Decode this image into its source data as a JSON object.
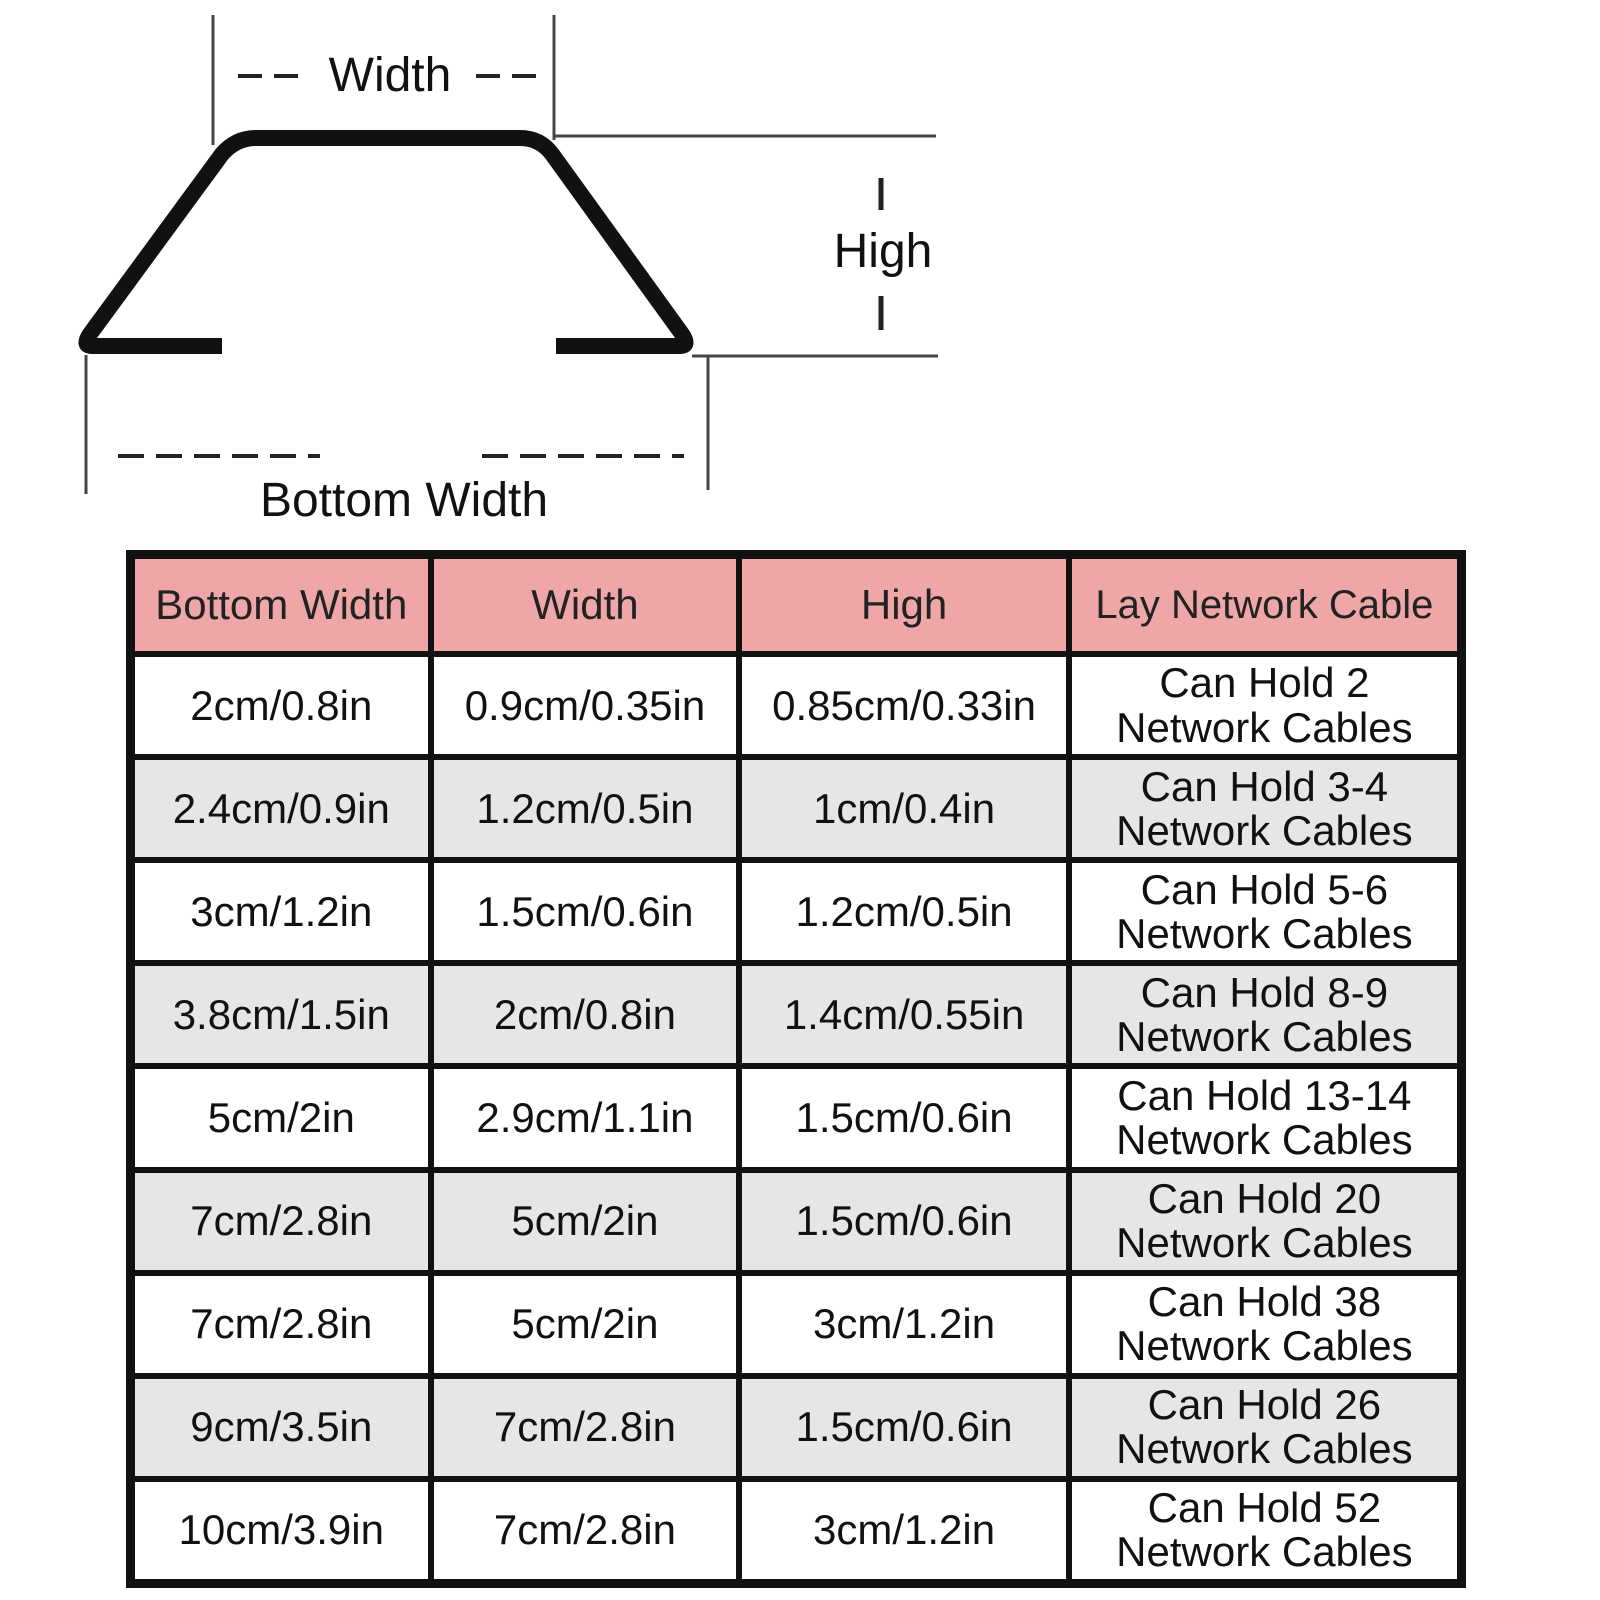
{
  "diagram": {
    "width_label": "Width",
    "high_label": "High",
    "bottom_width_label": "Bottom Width"
  },
  "table": {
    "headers": [
      "Bottom Width",
      "Width",
      "High",
      "Lay Network Cable"
    ],
    "rows": [
      {
        "bottom_width": "2cm/0.8in",
        "width": "0.9cm/0.35in",
        "high": "0.85cm/0.33in",
        "cable_line1": "Can Hold 2",
        "cable_line2": "Network Cables"
      },
      {
        "bottom_width": "2.4cm/0.9in",
        "width": "1.2cm/0.5in",
        "high": "1cm/0.4in",
        "cable_line1": "Can Hold 3-4",
        "cable_line2": "Network Cables"
      },
      {
        "bottom_width": "3cm/1.2in",
        "width": "1.5cm/0.6in",
        "high": "1.2cm/0.5in",
        "cable_line1": "Can Hold 5-6",
        "cable_line2": "Network Cables"
      },
      {
        "bottom_width": "3.8cm/1.5in",
        "width": "2cm/0.8in",
        "high": "1.4cm/0.55in",
        "cable_line1": "Can Hold 8-9",
        "cable_line2": "Network Cables"
      },
      {
        "bottom_width": "5cm/2in",
        "width": "2.9cm/1.1in",
        "high": "1.5cm/0.6in",
        "cable_line1": "Can Hold 13-14",
        "cable_line2": "Network Cables"
      },
      {
        "bottom_width": "7cm/2.8in",
        "width": "5cm/2in",
        "high": "1.5cm/0.6in",
        "cable_line1": "Can Hold 20",
        "cable_line2": "Network Cables"
      },
      {
        "bottom_width": "7cm/2.8in",
        "width": "5cm/2in",
        "high": "3cm/1.2in",
        "cable_line1": "Can Hold 38",
        "cable_line2": "Network Cables"
      },
      {
        "bottom_width": "9cm/3.5in",
        "width": "7cm/2.8in",
        "high": "1.5cm/0.6in",
        "cable_line1": "Can Hold 26",
        "cable_line2": "Network Cables"
      },
      {
        "bottom_width": "10cm/3.9in",
        "width": "7cm/2.8in",
        "high": "3cm/1.2in",
        "cable_line1": "Can Hold 52",
        "cable_line2": "Network Cables"
      }
    ]
  }
}
